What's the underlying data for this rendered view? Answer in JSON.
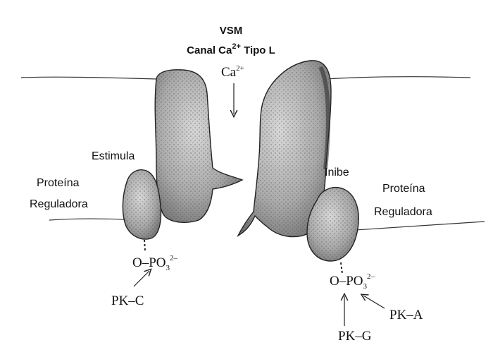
{
  "title": {
    "line1": "VSM",
    "line2_pre": "Canal Ca",
    "line2_sup": "2+",
    "line2_post": " Tipo L"
  },
  "ion": {
    "base": "Ca",
    "sup": "2+"
  },
  "left": {
    "action": "Estimula",
    "protein_line1": "Proteína",
    "protein_line2": "Reguladora",
    "phosphate_base": "O–PO",
    "phosphate_sub": "3",
    "phosphate_sup": "2–",
    "kinase": "PK–C"
  },
  "right": {
    "action": "Inibe",
    "protein_line1": "Proteína",
    "protein_line2": "Reguladora",
    "phosphate_base": "O–PO",
    "phosphate_sub": "3",
    "phosphate_sup": "2–",
    "kinase_a": "PK–A",
    "kinase_g": "PK–G"
  }
}
